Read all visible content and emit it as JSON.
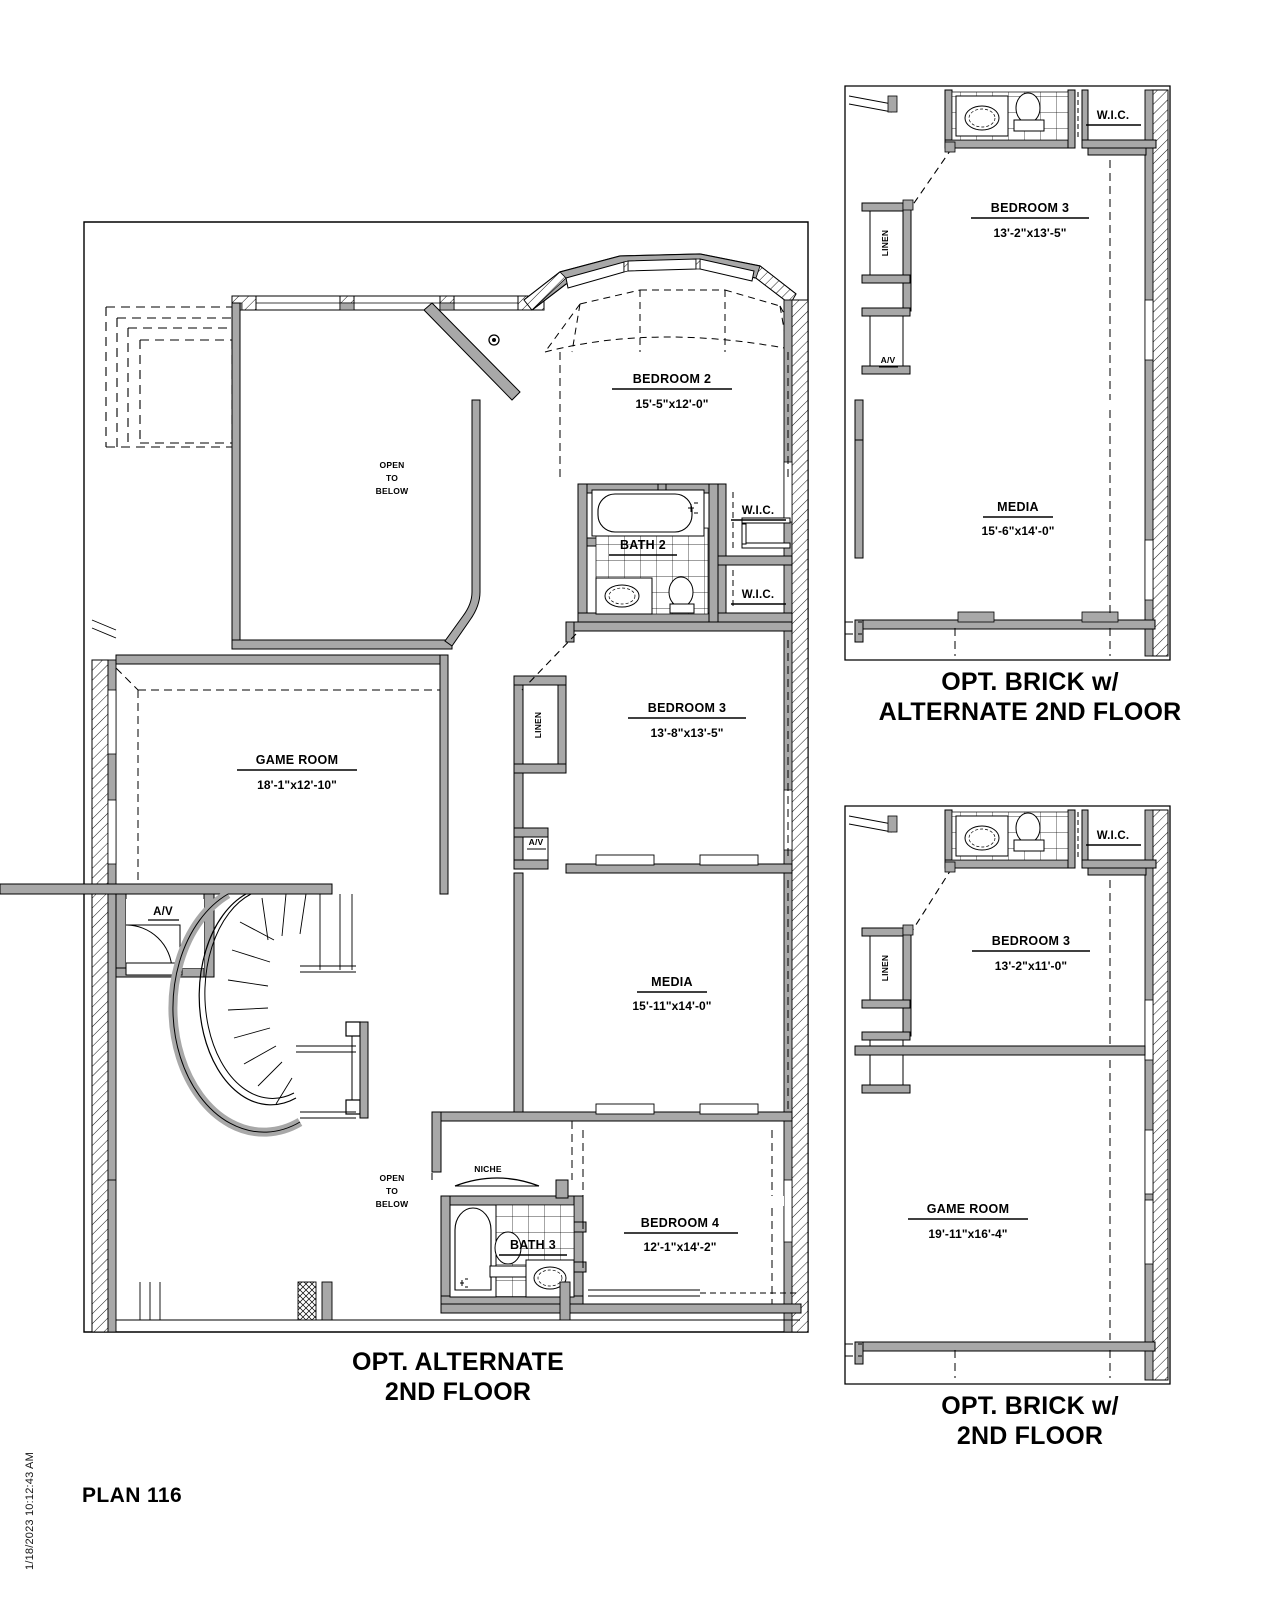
{
  "document": {
    "plan_number": "PLAN 116",
    "timestamp": "1/18/2023 10:12:43 AM"
  },
  "captions": {
    "main_line1": "OPT. ALTERNATE",
    "main_line2": "2ND FLOOR",
    "top_right_line1": "OPT. BRICK w/",
    "top_right_line2": "ALTERNATE 2ND FLOOR",
    "bottom_right_line1": "OPT. BRICK w/",
    "bottom_right_line2": "2ND FLOOR"
  },
  "main_plan": {
    "name": "OPT. ALTERNATE 2ND FLOOR",
    "rooms": [
      {
        "key": "bedroom2",
        "label": "BEDROOM 2",
        "dimensions": "15'-5\"x12'-0\""
      },
      {
        "key": "bath2",
        "label": "BATH 2",
        "dimensions": ""
      },
      {
        "key": "wic_upper",
        "label": "W.I.C.",
        "dimensions": ""
      },
      {
        "key": "wic_lower",
        "label": "W.I.C.",
        "dimensions": ""
      },
      {
        "key": "bedroom3",
        "label": "BEDROOM 3",
        "dimensions": "13'-8\"x13'-5\""
      },
      {
        "key": "gameroom",
        "label": "GAME ROOM",
        "dimensions": "18'-1\"x12'-10\""
      },
      {
        "key": "media",
        "label": "MEDIA",
        "dimensions": "15'-11\"x14'-0\""
      },
      {
        "key": "bath3",
        "label": "BATH 3",
        "dimensions": ""
      },
      {
        "key": "bedroom4",
        "label": "BEDROOM 4",
        "dimensions": "12'-1\"x14'-2\""
      }
    ],
    "annotations": {
      "open_to_below_top_l1": "OPEN",
      "open_to_below_top_l2": "TO",
      "open_to_below_top_l3": "BELOW",
      "open_to_below_bottom_l1": "OPEN",
      "open_to_below_bottom_l2": "TO",
      "open_to_below_bottom_l3": "BELOW",
      "linen": "LINEN",
      "av_closet": "A/V",
      "av_upper": "A/V",
      "niche": "NICHE"
    }
  },
  "top_right_plan": {
    "name": "OPT. BRICK w/ ALTERNATE 2ND FLOOR",
    "rooms": [
      {
        "key": "bedroom3",
        "label": "BEDROOM 3",
        "dimensions": "13'-2\"x13'-5\""
      },
      {
        "key": "media",
        "label": "MEDIA",
        "dimensions": "15'-6\"x14'-0\""
      },
      {
        "key": "wic",
        "label": "W.I.C.",
        "dimensions": ""
      }
    ],
    "annotations": {
      "linen": "LINEN",
      "av": "A/V"
    }
  },
  "bottom_right_plan": {
    "name": "OPT. BRICK w/ 2ND FLOOR",
    "rooms": [
      {
        "key": "bedroom3",
        "label": "BEDROOM 3",
        "dimensions": "13'-2\"x11'-0\""
      },
      {
        "key": "gameroom",
        "label": "GAME ROOM",
        "dimensions": "19'-11\"x16'-4\""
      },
      {
        "key": "wic",
        "label": "W.I.C.",
        "dimensions": ""
      }
    ],
    "annotations": {
      "linen": "LINEN"
    }
  },
  "colors": {
    "wall_fill": "#a8a8a8",
    "line": "#000000",
    "background": "#ffffff"
  }
}
